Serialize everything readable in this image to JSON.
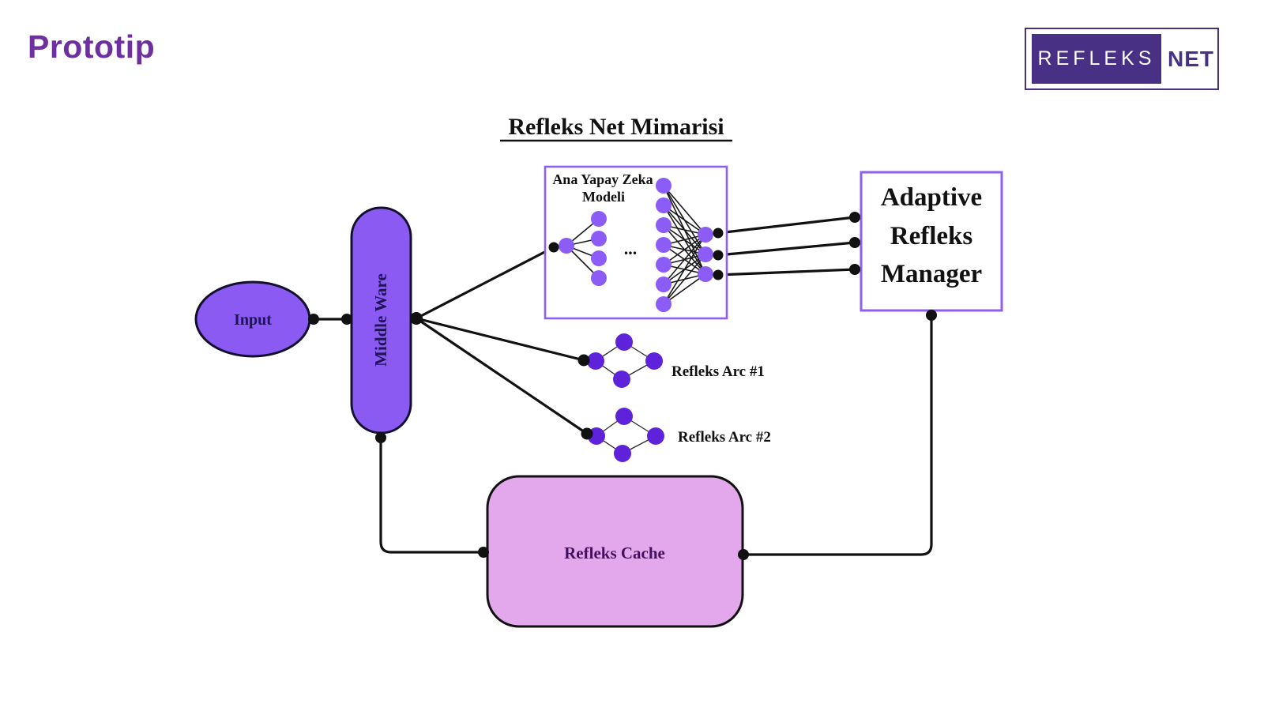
{
  "page": {
    "title": "Prototip"
  },
  "logo": {
    "part1": "REFLEKS",
    "part2": "NET"
  },
  "colors": {
    "brand_purple": "#483084",
    "prototip_purple": "#6E2F9F",
    "shape_fill": "#8A5AF2",
    "nn_node_fill": "#8B5CF6",
    "arc_node_fill": "#5E22DB",
    "cache_fill": "#E3A8EC",
    "box_border_purple": "#8F5FF0",
    "dark_label": "#1E1456",
    "cache_label": "#42105E",
    "line_black": "#111111"
  },
  "diagram": {
    "title": "Refleks Net Mimarisi",
    "input": {
      "label": "Input"
    },
    "middleware": {
      "label": "Middle Ware"
    },
    "ai_box": {
      "title1": "Ana Yapay Zeka",
      "title2": "Modeli",
      "ellipsis": "...",
      "layers": {
        "input": 1,
        "hidden_shown": [
          4,
          7
        ],
        "output": 3
      }
    },
    "adaptive": {
      "lines": [
        "Adaptive",
        "Refleks",
        "Manager"
      ]
    },
    "arc1": {
      "label": "Refleks Arc #1",
      "node_count": 4
    },
    "arc2": {
      "label": "Refleks Arc #2",
      "node_count": 4
    },
    "cache": {
      "label": "Refleks Cache"
    }
  }
}
